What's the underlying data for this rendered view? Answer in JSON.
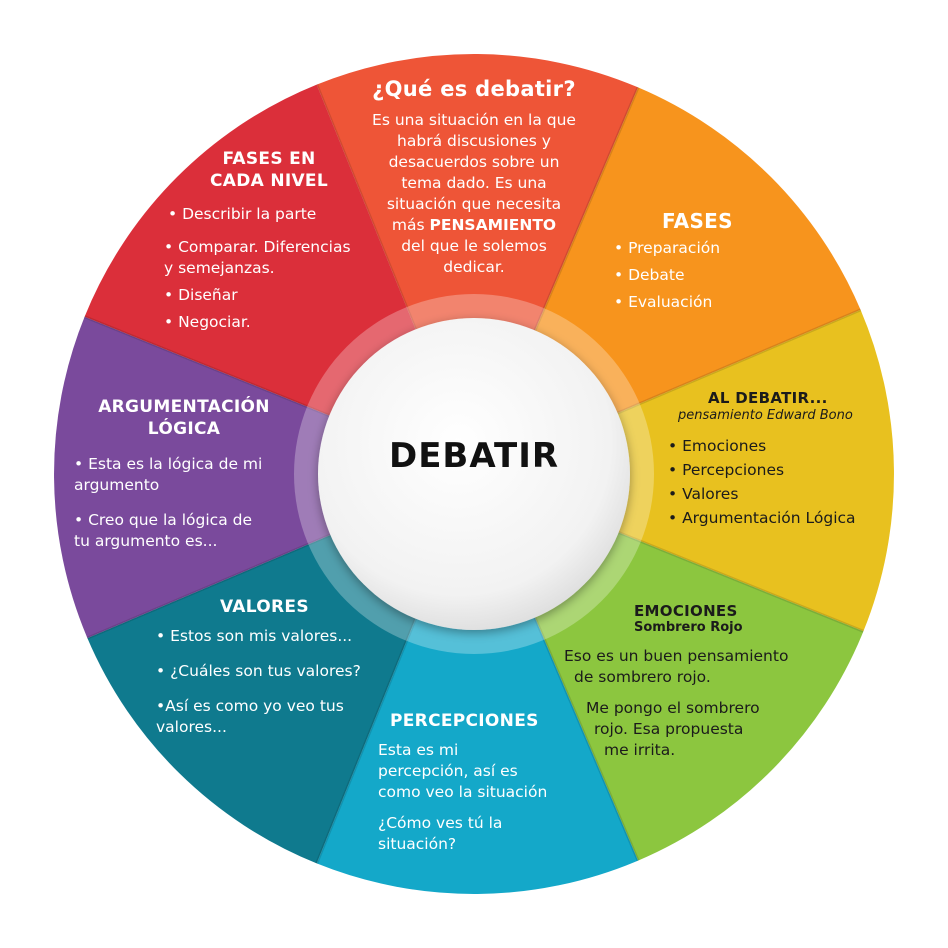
{
  "center": {
    "label": "DEBATIR"
  },
  "colors": {
    "top": "#ee5537",
    "fases": "#f7941d",
    "al_debatir": "#e8c11f",
    "emociones": "#8cc63f",
    "percepciones": "#14a8c9",
    "valores": "#0f7a8e",
    "argumentacion": "#7a4a9c",
    "fases_nivel": "#db2f3a"
  },
  "segments": {
    "que_es": {
      "title": "¿Qué es debatir?",
      "lines": [
        "Es una situación en la que",
        "habrá discusiones y",
        "desacuerdos sobre un",
        "tema dado. Es una",
        "situación que necesita"
      ],
      "line6_pre": "más ",
      "line6_bold": "PENSAMIENTO",
      "lines_end": [
        "del que le solemos",
        "dedicar."
      ]
    },
    "fases": {
      "title": "FASES",
      "items": [
        "Preparación",
        "Debate",
        "Evaluación"
      ]
    },
    "al_debatir": {
      "title": "AL DEBATIR...",
      "subtitle": "pensamiento Edward Bono",
      "items": [
        "Emociones",
        "Percepciones",
        "Valores",
        "Argumentación Lógica"
      ]
    },
    "emociones": {
      "title": "EMOCIONES",
      "subtitle": "Sombrero Rojo",
      "item1_lines": [
        "Eso es un buen pensamiento",
        "de sombrero rojo."
      ],
      "item2_lines": [
        "Me pongo el sombrero",
        "rojo. Esa propuesta",
        "me irrita."
      ]
    },
    "percepciones": {
      "title": "PERCEPCIONES",
      "item1_lines": [
        "Esta es mi",
        "percepción, así es",
        "como veo la situación"
      ],
      "item2_lines": [
        "¿Cómo ves tú la",
        "situación?"
      ]
    },
    "valores": {
      "title": "VALORES",
      "items": [
        "Estos son mis valores...",
        "¿Cuáles son tus valores?"
      ],
      "item3_lines": [
        "Así es como yo veo tus",
        "valores..."
      ]
    },
    "argumentacion": {
      "title_lines": [
        "ARGUMENTACIÓN",
        "LÓGICA"
      ],
      "item1_lines": [
        "Esta es la lógica de mi",
        "argumento"
      ],
      "item2_lines": [
        "Creo que la lógica de",
        "tu argumento es..."
      ]
    },
    "fases_nivel": {
      "title_lines": [
        "FASES EN",
        "CADA NIVEL"
      ],
      "items": [
        "Describir la parte"
      ],
      "item2_lines": [
        "Comparar. Diferencias",
        "y semejanzas."
      ],
      "items_end": [
        "Diseñar",
        "Negociar."
      ]
    }
  }
}
